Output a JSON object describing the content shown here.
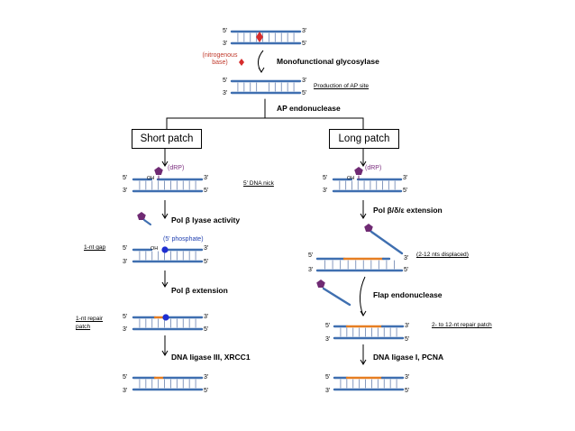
{
  "labels": {
    "five_prime": "5'",
    "three_prime": "3'",
    "oh": "OH",
    "nitrogenous_base": "(nitrogenous base)",
    "monofunctional_glycosylase": "Monofunctional glycosylase",
    "production_ap_site": "Production of AP site",
    "ap_endonuclease": "AP endonuclease",
    "short_patch": "Short patch",
    "long_patch": "Long patch",
    "drp_left": "(dRP)",
    "drp_right": "(dRP)",
    "dna_nick": "5' DNA nick",
    "pol_beta_lyase": "Pol β lyase activity",
    "pol_bde_extension": "Pol β/δ/ε extension",
    "five_phosphate": "(5' phosphate)",
    "one_nt_gap": "1-nt gap",
    "two_12_displaced": "(2-12 nts displaced)",
    "pol_beta_extension": "Pol β extension",
    "flap_endonuclease": "Flap endonuclease",
    "one_nt_repair_patch": "1-nt repair patch",
    "two_12_repair_patch": "2- to 12-nt repair patch",
    "dna_ligase_iii": "DNA ligase III, XRCC1",
    "dna_ligase_i": "DNA ligase I, PCNA"
  },
  "colors": {
    "strand": "#3f6fb0",
    "tick": "#7a8fb8",
    "repair": "#e67e22",
    "lesion": "#d62c2c",
    "drp": "#6f2a73",
    "phosphate": "#1f2fd1"
  }
}
